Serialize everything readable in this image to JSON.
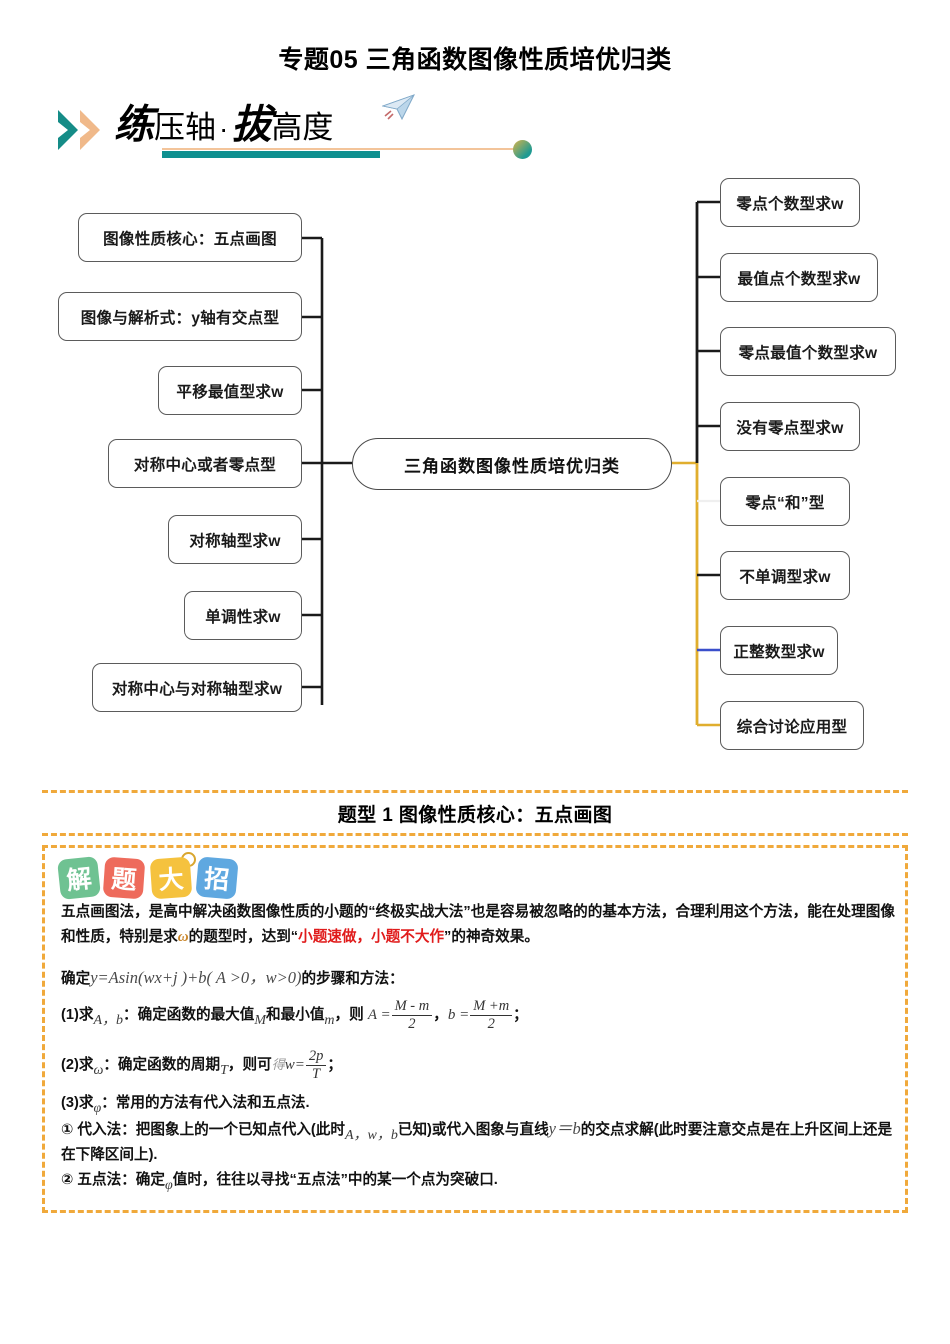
{
  "page": {
    "title": "专题05  三角函数图像性质培优归类"
  },
  "banner": {
    "seg1": "练",
    "seg2": "压轴",
    "dot": "·",
    "seg3": "拔",
    "seg4": "高度",
    "plane_icon": "paper-plane-icon",
    "chevron1_color": "#158C87",
    "chevron2_color": "#F0B98A",
    "rule_thin_color": "#F3C49A",
    "rule_thick_color": "#0E9090"
  },
  "mindmap": {
    "center": "三角函数图像性质培优归类",
    "left_nodes": [
      {
        "label": "图像性质核心：五点画图"
      },
      {
        "label": "图像与解析式：y轴有交点型"
      },
      {
        "label": "平移最值型求w"
      },
      {
        "label": "对称中心或者零点型"
      },
      {
        "label": "对称轴型求w"
      },
      {
        "label": "单调性求w"
      },
      {
        "label": "对称中心与对称轴型求w"
      }
    ],
    "right_nodes": [
      {
        "label": "零点个数型求w"
      },
      {
        "label": "最值点个数型求w"
      },
      {
        "label": "零点最值个数型求w"
      },
      {
        "label": "没有零点型求w"
      },
      {
        "label": "零点“和”型"
      },
      {
        "label": "不单调型求w"
      },
      {
        "label": "正整数型求w"
      },
      {
        "label": "综合讨论应用型"
      }
    ],
    "trunk_black": "#1a1a1a",
    "trunk_gold": "#E0AE2E",
    "stub_blue": "#3A4FCB"
  },
  "section": {
    "header": "题型 1 图像性质核心：五点画图",
    "border_color": "#F0A93B"
  },
  "badge": {
    "tiles": [
      {
        "char": "解",
        "color": "#6FC292"
      },
      {
        "char": "题",
        "color": "#EE6B5C"
      },
      {
        "char": "大",
        "color": "#F5C23E"
      },
      {
        "char": "招",
        "color": "#5FA8E0"
      }
    ]
  },
  "content": {
    "para_1": "  五点画图法，是高中解决函数图像性质的小题的“终极实战大法”也是容易被忽略的的基本方法，合理利用这个方法，能在处理图像和性质，特别是求",
    "para_omega": "ω",
    "para_2": "的题型时，达到“",
    "para_red": "小题速做，小题不大作",
    "para_3": "”的神奇效果。",
    "formula_prefix": "确定",
    "formula_main": "y=Asin(wx+j )+b( A >0，w>0)",
    "formula_suffix": "的步骤和方法：",
    "step1_label": "(1)求",
    "step1_vars": "A，b",
    "step1_text_a": "：确定函数的最大值",
    "step1_M": "M",
    "step1_text_b": "和最小值",
    "step1_m": "m",
    "step1_text_c": "，则",
    "step1_A_eq": "A =",
    "step1_frac1_num": "M - m",
    "step1_frac1_den": "2",
    "step1_comma": "，",
    "step1_b_eq": "b =",
    "step1_frac2_num": "M +m",
    "step1_frac2_den": "2",
    "step1_semi": "；",
    "step2_label": "(2)求",
    "step2_var": "ω",
    "step2_text_a": "：确定函数的周期",
    "step2_T": "T",
    "step2_text_b": "，则可",
    "step2_ghost": "得",
    "step2_w_eq": "w=",
    "step2_frac_num": "2p",
    "step2_frac_den": "T",
    "step2_semi": "；",
    "step3_label": "(3)求",
    "step3_var": "φ",
    "step3_text": "：常用的方法有代入法和五点法.",
    "item1_a": "① 代入法：把图象上的一个已知点代入(此时",
    "item1_vars": "A，w，b",
    "item1_b": "已知)或代入图象与直线",
    "item1_eq": "y＝b",
    "item1_c": "的交点求解(此时要注意交点是在上升区间上还是在下降区间上).",
    "item2_a": "② 五点法：确定",
    "item2_var": "φ",
    "item2_b": "值时，往往以寻找“五点法”中的某一个点为突破口."
  }
}
